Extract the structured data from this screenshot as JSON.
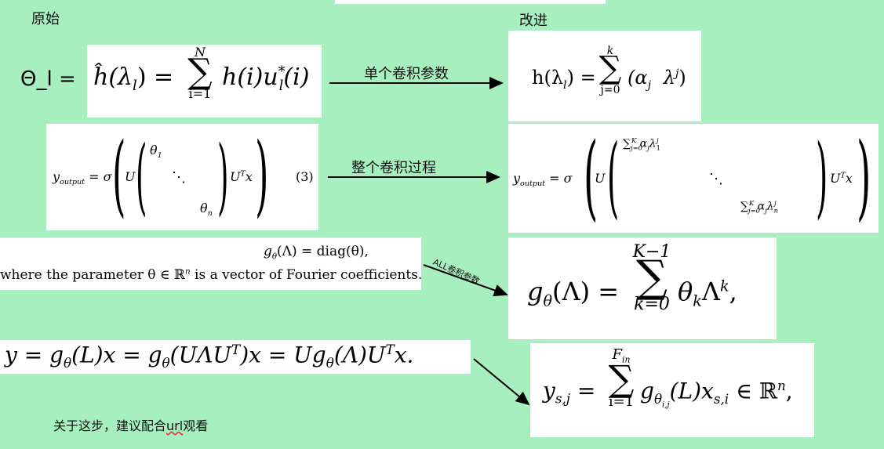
{
  "labels": {
    "original": "原始",
    "improved": "改进",
    "theta_l": "Θ_l =",
    "single_param": "单个卷积参数",
    "whole_process": "整个卷积过程",
    "all_param": "ALL卷积参数",
    "note_prefix": "关于这步，建议配合",
    "note_url": "url",
    "note_suffix": "观看"
  },
  "formulas": {
    "f1_left": "ĥ(λ",
    "f1_sub_l": "l",
    "f1_eq": ") = ",
    "f1_sum_top": "N",
    "f1_sum_bottom": "i=1",
    "f1_body": "h(i)u",
    "f1_star": "*",
    "f1_tail": "(i)",
    "f2_left": "h(λ",
    "f2_eq": ") = ",
    "f2_sum_top": "k",
    "f2_sum_bottom": "j=0",
    "f2_body": "(α",
    "f2_j": "j",
    "f2_lam": "λ",
    "f2_tail": ")",
    "y_output": "y",
    "y_output_sub": "output",
    "sigma": "= σ",
    "U": "U",
    "theta1": "θ",
    "theta1_sub": "1",
    "dots": "⋱",
    "thetan": "θ",
    "thetan_sub": "n",
    "UTx": "U",
    "UTx_T": "T",
    "x": "x",
    "eqnum": "(3)",
    "sum_k_row1": "∑",
    "sum_k_top": "K",
    "sum_k_bot": "j=0",
    "alpha_lam1": "α",
    "lam1_sub": "1",
    "alpha_lamn_sub": "n",
    "g_diag": "g",
    "g_diag_tail": "(Λ) = diag(θ),",
    "where_text": "where the parameter θ ∈ ℝ",
    "where_sup": "n",
    "where_tail": " is a vector of Fourier coefficients.",
    "g_sum_left": "g",
    "g_sum_eq": "(Λ) = ",
    "g_sum_top": "K−1",
    "g_sum_bot": "k=0",
    "g_sum_body": "θ",
    "g_sum_k": "k",
    "g_sum_Lambda": "Λ",
    "g_sum_tail": ",",
    "y_chain": "y = g",
    "y_chain_mid": "(L)x = g",
    "y_chain_mid2": "(UΛU",
    "y_chain_mid3": ")x = Ug",
    "y_chain_mid4": "(Λ)U",
    "y_chain_tail": "x.",
    "ysj": "y",
    "ysj_sub": "s,j",
    "ysj_eq": " = ",
    "ysj_top": "F",
    "ysj_top_sub": "in",
    "ysj_bot": "i=1",
    "ysj_body": "g",
    "ysj_theta_sub": "θ",
    "ysj_ij": "i,j",
    "ysj_mid": "(L)x",
    "ysj_si": "s,i",
    "ysj_tail": " ∈ ℝ",
    "ysj_n": "n",
    "ysj_end": ","
  },
  "colors": {
    "background": "#a8efbf",
    "box": "#ffffff",
    "arrow": "#000000"
  }
}
